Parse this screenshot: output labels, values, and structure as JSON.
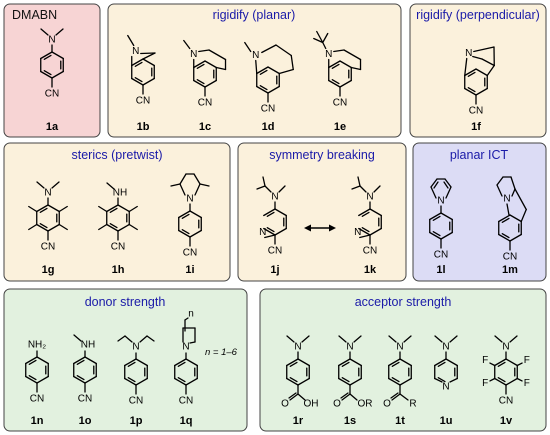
{
  "colors": {
    "red_panel": "#f7d4d4",
    "yellow_panel": "#fbf1dc",
    "blue_panel": "#dcdcf5",
    "green_panel": "#e2f1df",
    "title_blue": "#1a1aa8",
    "title_black": "#111111",
    "border": "#444444"
  },
  "panels": {
    "dmabn": {
      "title": "DMABN"
    },
    "rigidify_planar": {
      "title": "rigidify (planar)"
    },
    "rigidify_perp": {
      "title": "rigidify (perpendicular)"
    },
    "sterics": {
      "title": "sterics (pretwist)"
    },
    "symmetry": {
      "title": "symmetry breaking"
    },
    "planar_ict": {
      "title": "planar ICT"
    },
    "donor": {
      "title": "donor strength"
    },
    "acceptor": {
      "title": "acceptor strength"
    }
  },
  "labels": {
    "1a": "1a",
    "1b": "1b",
    "1c": "1c",
    "1d": "1d",
    "1e": "1e",
    "1f": "1f",
    "1g": "1g",
    "1h": "1h",
    "1i": "1i",
    "1j": "1j",
    "1k": "1k",
    "1l": "1l",
    "1m": "1m",
    "1n": "1n",
    "1o": "1o",
    "1p": "1p",
    "1q": "1q",
    "1r": "1r",
    "1s": "1s",
    "1t": "1t",
    "1u": "1u",
    "1v": "1v"
  },
  "atoms": {
    "N": "N",
    "NH": "NH",
    "NH2": "NH₂",
    "CN": "CN",
    "O": "O",
    "OH": "OH",
    "OR": "OR",
    "R": "R",
    "F": "F",
    "n": "n"
  },
  "annotations": {
    "q_range": "n = 1–6"
  }
}
